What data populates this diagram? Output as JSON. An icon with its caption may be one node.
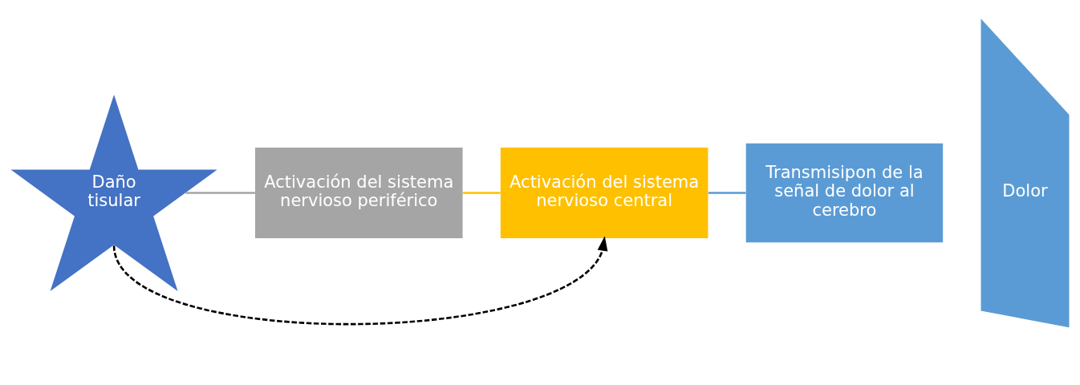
{
  "diagram": {
    "nodes": [
      {
        "text": [
          "Daño tisular"
        ]
      },
      {
        "text": [
          "Activación del sistema nervioso periférico"
        ]
      },
      {
        "text": [
          "Activación del sistema nervioso central"
        ]
      },
      {
        "text": [
          "Transmisipon de la señal de dolor al cerebro"
        ]
      },
      {
        "text": [
          "Dolor"
        ]
      }
    ],
    "edges": [
      {
        "from": 0,
        "to": 1,
        "arrow": "none",
        "color": "#a5a5a5"
      },
      {
        "from": 1,
        "to": 2,
        "arrow": "none",
        "color": "#ffc000"
      },
      {
        "from": 2,
        "to": 3,
        "arrow": "none",
        "color": "#5b9bd5"
      },
      {
        "from": 0,
        "to": 2,
        "arrow": "to",
        "style": "dashed",
        "color": "#000000"
      }
    ]
  }
}
